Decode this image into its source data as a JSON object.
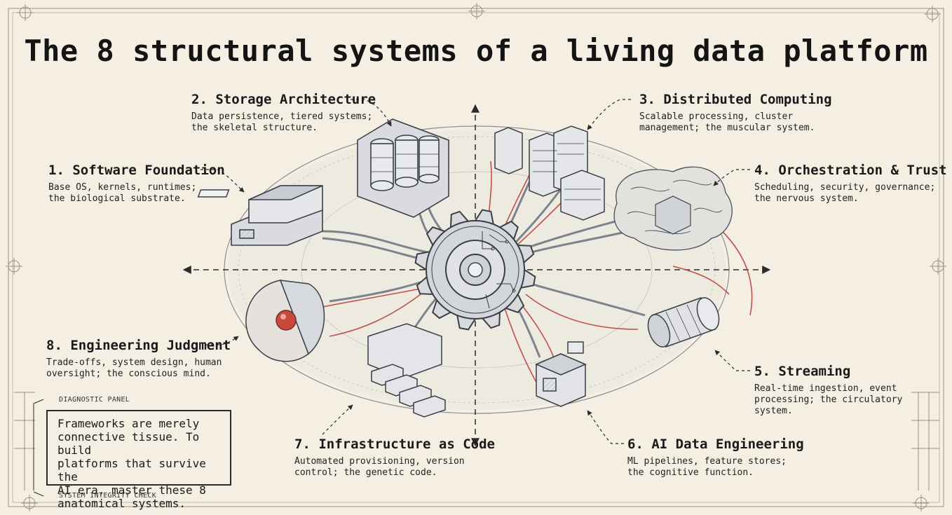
{
  "title": "The 8 structural systems of a living data platform",
  "systems": [
    {
      "title": "1. Software Foundation",
      "desc": [
        "Base OS, kernels, runtimes;",
        "the biological substrate."
      ]
    },
    {
      "title": "2. Storage Architecture",
      "desc": [
        "Data persistence, tiered systems;",
        "the skeletal structure."
      ]
    },
    {
      "title": "3. Distributed Computing",
      "desc": [
        "Scalable processing, cluster",
        "management; the muscular system."
      ]
    },
    {
      "title": "4. Orchestration & Trust",
      "desc": [
        "Scheduling, security, governance;",
        "the nervous system."
      ]
    },
    {
      "title": "5. Streaming",
      "desc": [
        "Real-time ingestion, event",
        "processing; the circulatory",
        "system."
      ]
    },
    {
      "title": "6. AI Data Engineering",
      "desc": [
        "ML pipelines, feature stores;",
        "the cognitive function."
      ]
    },
    {
      "title": "7. Infrastructure as Code",
      "desc": [
        "Automated provisioning, version",
        "control; the genetic code."
      ]
    },
    {
      "title": "8. Engineering Judgment",
      "desc": [
        "Trade-offs, system design, human",
        "oversight; the conscious mind."
      ]
    }
  ],
  "panel": {
    "top_label": "DIAGNOSTIC PANEL",
    "text": [
      "Frameworks are merely",
      "connective tissue. To build",
      "platforms that survive the",
      "AI era, master these 8",
      "anatomical systems."
    ],
    "bottom_label": "SYSTEM INTEGRITY CHECK"
  },
  "colors": {
    "background": "#f4efe2",
    "ink": "#1c1c1c",
    "vein": "#c0504d",
    "organ": "#c84a3c"
  }
}
